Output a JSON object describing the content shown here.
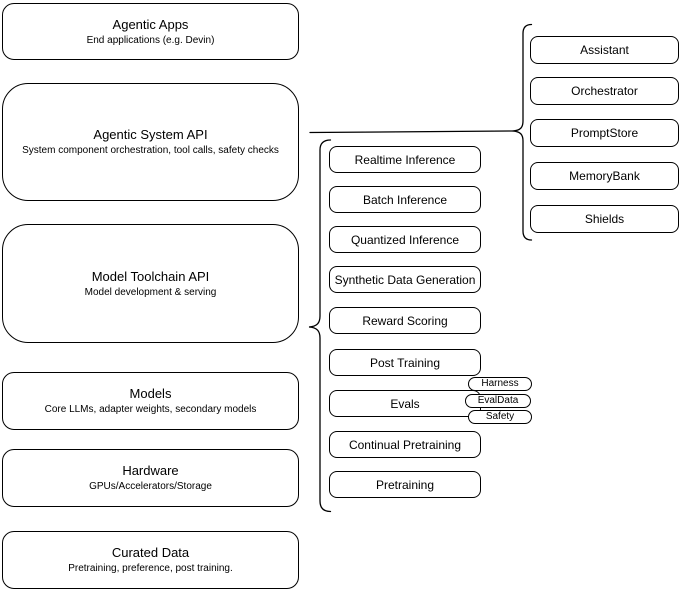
{
  "stack": [
    {
      "title": "Agentic Apps",
      "subtitle": "End applications (e.g. Devin)"
    },
    {
      "title": "Agentic System API",
      "subtitle": "System component orchestration, tool calls, safety checks"
    },
    {
      "title": "Model Toolchain API",
      "subtitle": "Model development & serving"
    },
    {
      "title": "Models",
      "subtitle": "Core LLMs, adapter weights, secondary models"
    },
    {
      "title": "Hardware",
      "subtitle": "GPUs/Accelerators/Storage"
    },
    {
      "title": "Curated Data",
      "subtitle": "Pretraining, preference, post training."
    }
  ],
  "services": [
    "Realtime Inference",
    "Batch Inference",
    "Quantized Inference",
    "Synthetic Data Generation",
    "Reward Scoring",
    "Post Training",
    "Evals",
    "Continual Pretraining",
    "Pretraining"
  ],
  "eval_tags": [
    "Harness",
    "EvalData",
    "Safety"
  ],
  "components": [
    "Assistant",
    "Orchestrator",
    "PromptStore",
    "MemoryBank",
    "Shields"
  ],
  "colors": {
    "stroke": "#000000",
    "fill": "#ffffff",
    "text": "#000000"
  }
}
